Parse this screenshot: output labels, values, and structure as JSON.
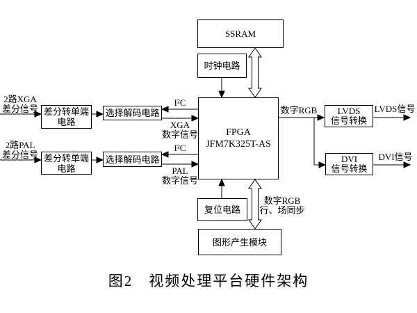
{
  "boxes": {
    "ssram": {
      "label": "SSRAM"
    },
    "clock": {
      "label": "时钟电路"
    },
    "fpga": {
      "line1": "FPGA",
      "line2": "JFM7K325T-AS"
    },
    "diff_xga": {
      "line1": "差分转单端",
      "line2": "电路"
    },
    "sel_xga": {
      "label": "选择解码电路"
    },
    "diff_pal": {
      "line1": "差分转单端",
      "line2": "电路"
    },
    "sel_pal": {
      "label": "选择解码电路"
    },
    "lvds": {
      "line1": "LVDS",
      "line2": "信号转换"
    },
    "dvi": {
      "line1": "DVI",
      "line2": "信号转换"
    },
    "reset": {
      "label": "复位电路"
    },
    "graphics": {
      "label": "图形产生模块"
    }
  },
  "labels": {
    "input_xga": {
      "line1": "2路XGA",
      "line2": "差分信号"
    },
    "input_pal": {
      "line1": "2路PAL",
      "line2": "差分信号"
    },
    "i2c_xga": "I²C",
    "i2c_pal": "I²C",
    "xga_digital": {
      "line1": "XGA",
      "line2": "数字信号"
    },
    "pal_digital": {
      "line1": "PAL",
      "line2": "数字信号"
    },
    "digital_rgb": "数字RGB",
    "lvds_out": "LVDS信号",
    "dvi_out": "DVI信号",
    "rgb_sync": {
      "line1": "数字RGB",
      "line2": "行、场同步"
    }
  },
  "caption": "图2　视频处理平台硬件架构",
  "colors": {
    "line": "#000000",
    "background": "#ffffff",
    "box_fill": "#ffffff",
    "box_border": "#000000"
  }
}
